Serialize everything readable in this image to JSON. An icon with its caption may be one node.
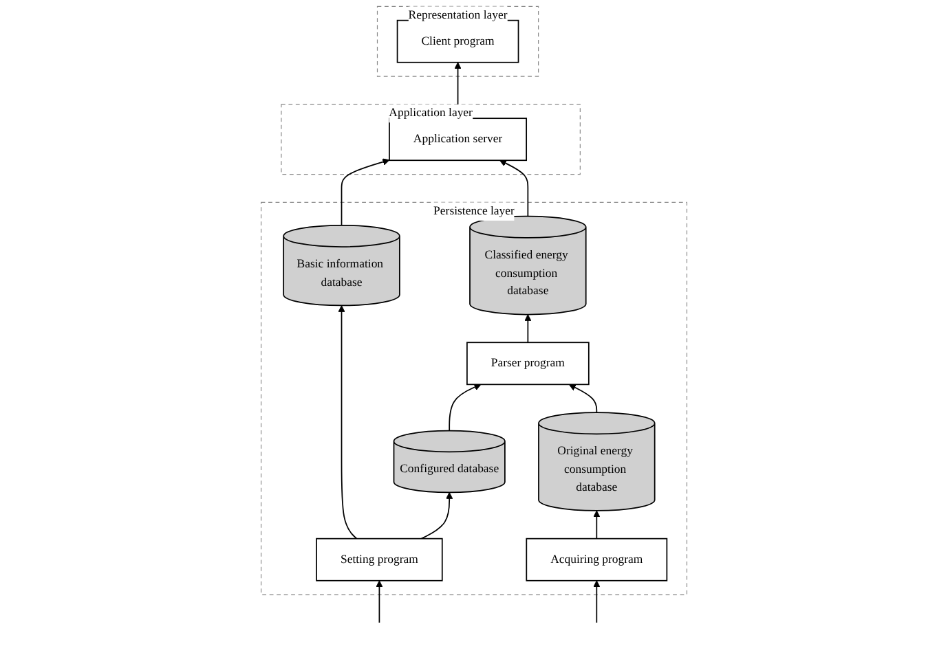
{
  "diagram": {
    "nodes": [
      {
        "text": [
          "Representation layer"
        ]
      },
      {
        "text": [
          "Client program"
        ],
        "in": 0
      },
      {
        "text": [
          "Application layer"
        ]
      },
      {
        "text": [
          "Application server"
        ],
        "in": 2
      },
      {
        "text": [
          "Persistence layer"
        ]
      },
      {
        "text": [
          "Classified energy consumption database"
        ],
        "in": 4
      },
      {
        "text": [
          "Basic information database"
        ],
        "in": 4
      },
      {
        "text": [
          "Parser program"
        ],
        "in": 4
      },
      {
        "text": [
          "Configured database"
        ],
        "in": 4
      },
      {
        "text": [
          "Original energy consumption database"
        ],
        "in": 4
      },
      {
        "text": [
          "Setting program"
        ],
        "in": 4
      },
      {
        "text": [
          "Acquiring program"
        ],
        "in": 4
      }
    ],
    "edges": [
      {
        "from": 3,
        "to": 1,
        "arrow": "to"
      },
      {
        "from": 6,
        "to": 3,
        "arrow": "to"
      },
      {
        "from": 5,
        "to": 3,
        "arrow": "to"
      },
      {
        "from": 7,
        "to": 5,
        "arrow": "to"
      },
      {
        "from": 8,
        "to": 7,
        "arrow": "to"
      },
      {
        "from": 9,
        "to": 7,
        "arrow": "to"
      },
      {
        "from": 10,
        "to": 6,
        "arrow": "to"
      },
      {
        "from": 10,
        "to": 8,
        "arrow": "to"
      },
      {
        "from": 11,
        "to": 9,
        "arrow": "to"
      },
      {
        "from": null,
        "to": 10,
        "arrow": "to"
      },
      {
        "from": null,
        "to": 11,
        "arrow": "to"
      }
    ]
  }
}
